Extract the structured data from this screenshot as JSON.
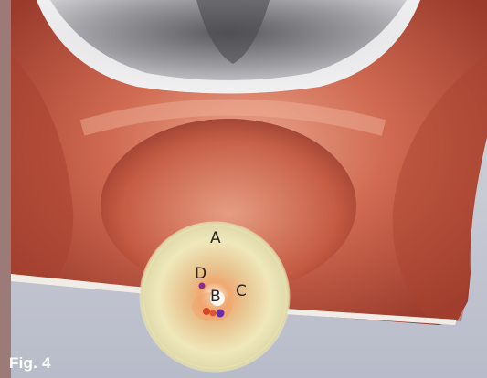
{
  "figure": {
    "label": "Fig. 4",
    "points": {
      "a": "A",
      "b": "B",
      "c": "C",
      "d": "D"
    }
  },
  "colors": {
    "tissue": "#c55843",
    "tissue_light": "#e8a48a",
    "disc": "#ece6b8",
    "background": "#c9ccd6",
    "dot_purple": "#6b2fa3",
    "dot_red": "#c8402c"
  }
}
